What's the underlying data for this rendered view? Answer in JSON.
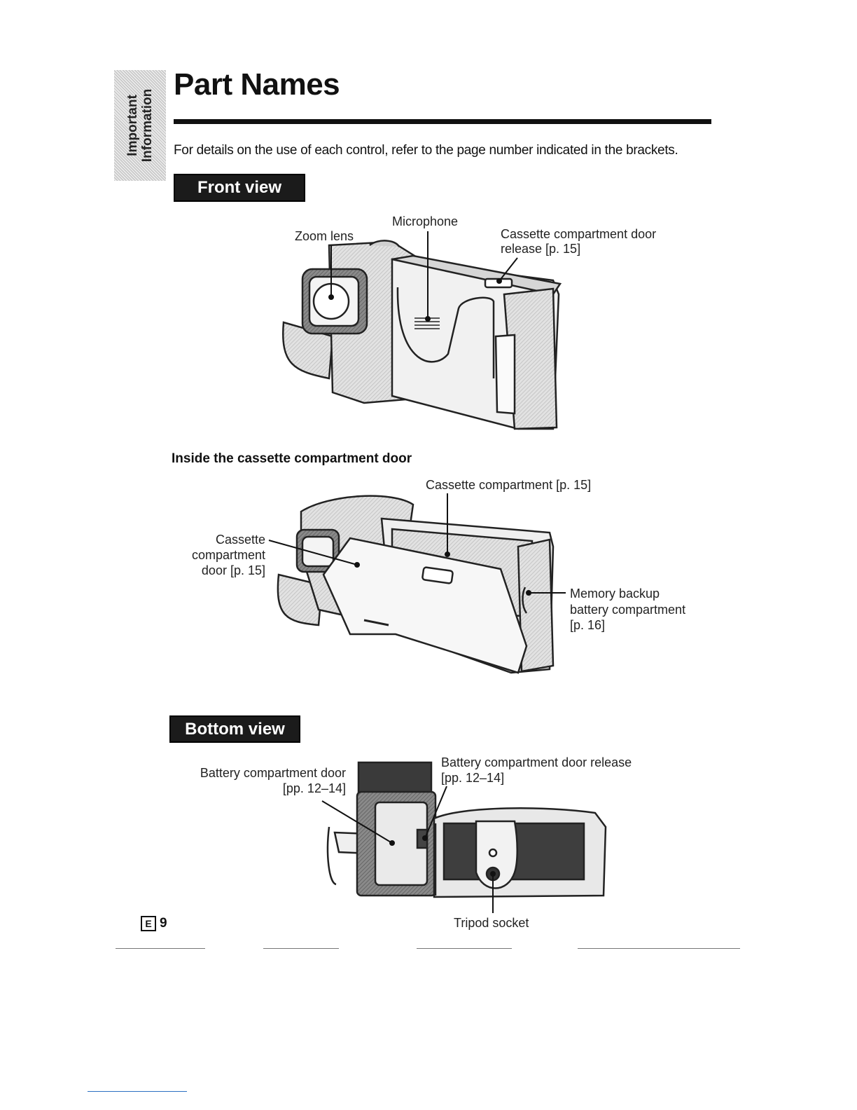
{
  "side_tab": {
    "line1": "Important",
    "line2": "Information"
  },
  "page": {
    "title": "Part Names",
    "intro": "For details on the use of each control, refer to the page number indicated in the brackets."
  },
  "front_view": {
    "heading": "Front view",
    "labels": {
      "zoom_lens": "Zoom lens",
      "microphone": "Microphone",
      "door_release_line1": "Cassette compartment door",
      "door_release_line2": "release [p. 15]"
    }
  },
  "inside_door": {
    "heading": "Inside the cassette compartment door",
    "labels": {
      "cassette_compartment": "Cassette compartment [p. 15]",
      "door_line1": "Cassette",
      "door_line2": "compartment",
      "door_line3": "door [p. 15]",
      "memory_line1": "Memory backup",
      "memory_line2": "battery compartment",
      "memory_line3": "[p. 16]"
    }
  },
  "bottom_view": {
    "heading": "Bottom view",
    "labels": {
      "battery_door_line1": "Battery compartment door",
      "battery_door_line2": "[pp. 12–14]",
      "battery_release_line1": "Battery compartment door release",
      "battery_release_line2": "[pp. 12–14]",
      "tripod": "Tripod socket"
    }
  },
  "footer": {
    "language_mark": "E",
    "page_number": "9"
  }
}
